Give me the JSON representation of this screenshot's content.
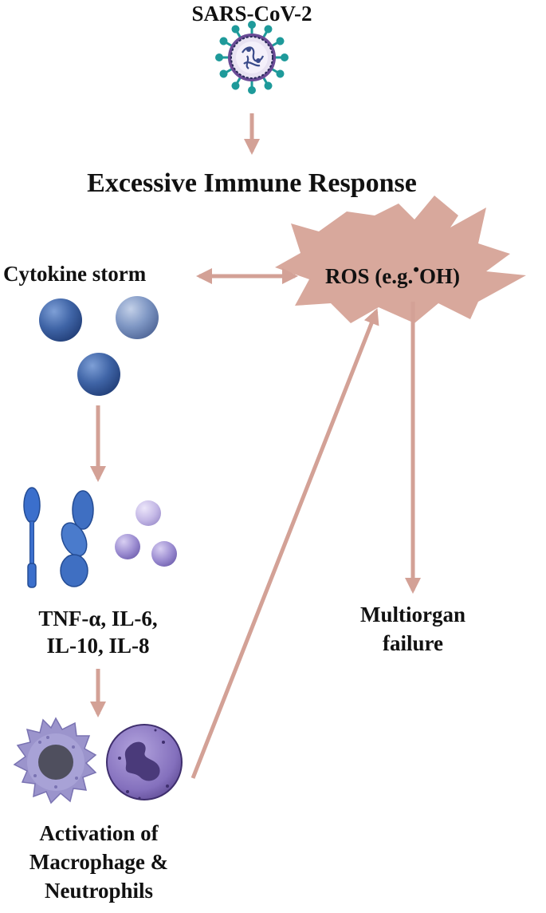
{
  "labels": {
    "virus": "SARS-CoV-2",
    "immune_response": "Excessive Immune Response",
    "cytokine_storm": "Cytokine storm",
    "ros_prefix": "ROS (e.g.",
    "ros_radical": "•",
    "ros_suffix": "OH)",
    "cytokines_line1": "TNF-α, IL-6,",
    "cytokines_line2": "IL-10, IL-8",
    "activation_line1": "Activation of",
    "activation_line2": "Macrophage &",
    "activation_line3": "Neutrophils",
    "multiorgan_line1": "Multiorgan",
    "multiorgan_line2": "failure"
  },
  "colors": {
    "arrow": "#d3a196",
    "burst": "#d8a89c",
    "sphere_dark": "#3f64a6",
    "sphere_light": "#7f97c4",
    "antibody_blue": "#3b6fcc",
    "cytokine_purple": "#9a8bd0",
    "cytokine_light": "#c4b8e6",
    "macrophage": "#9b94cc",
    "neutrophil": "#7d68b5",
    "virus_teal": "#1e9a9a",
    "virus_purple": "#6a4b96"
  }
}
